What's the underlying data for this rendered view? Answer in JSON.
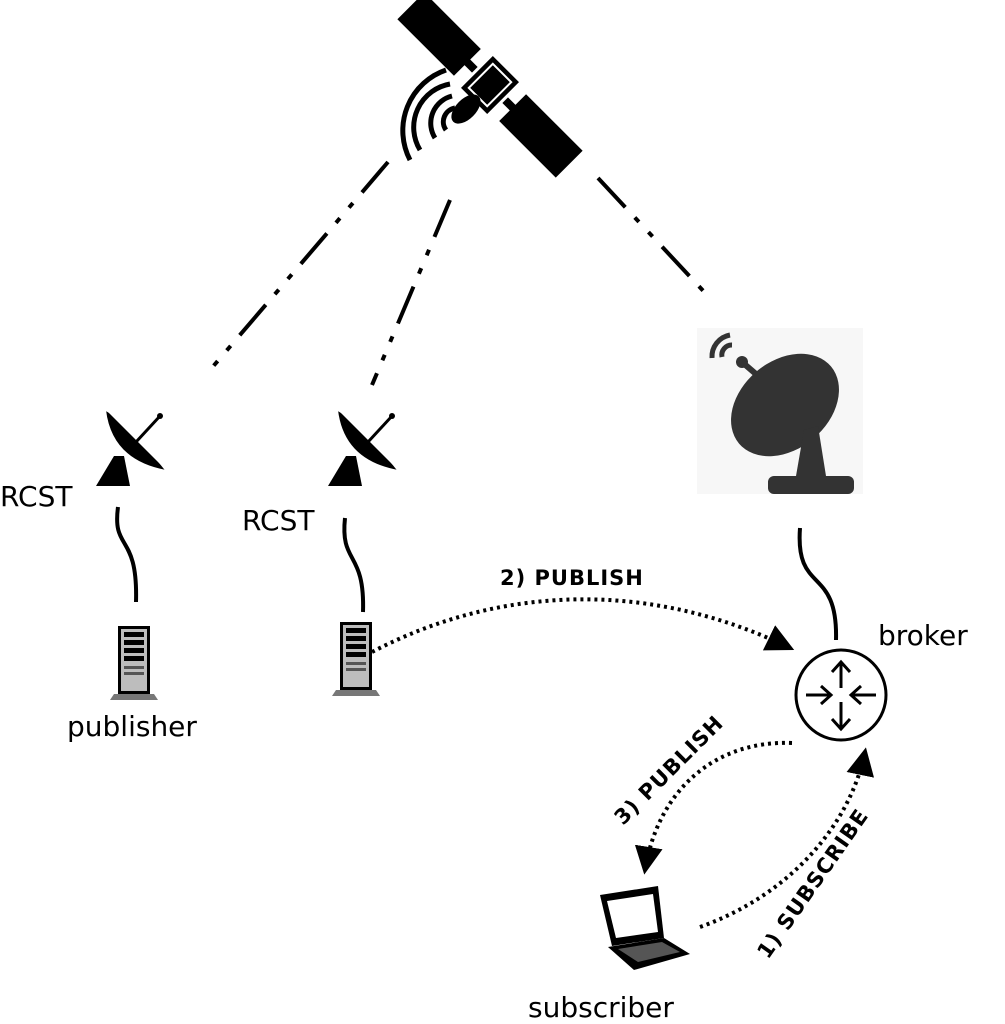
{
  "labels": {
    "rcst_left": "RCST",
    "rcst_middle": "RCST",
    "publisher": "publisher",
    "broker": "broker",
    "subscriber": "subscriber"
  },
  "messages": {
    "publish_to_broker": "2) PUBLISH",
    "publish_to_subscriber": "3) PUBLISH",
    "subscribe": "1) SUBSCRIBE"
  },
  "icons": [
    "satellite-icon",
    "rcst-dish-icon",
    "gateway-dish-icon",
    "server-icon",
    "router-icon",
    "laptop-icon"
  ]
}
